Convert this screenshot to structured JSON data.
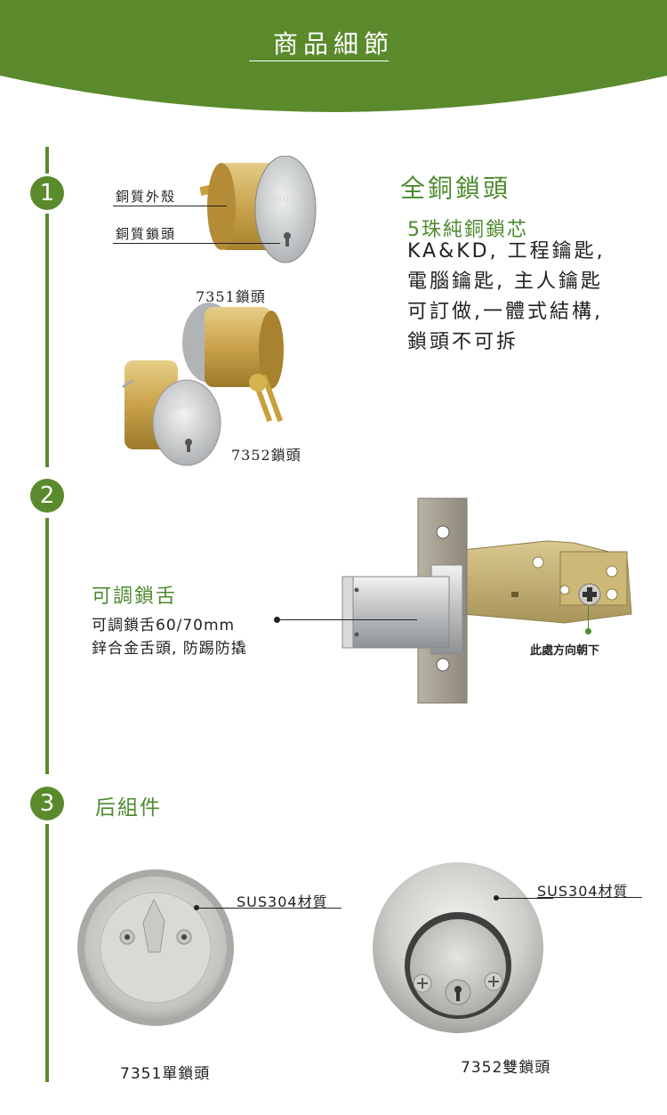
{
  "header": {
    "title": "商品細節"
  },
  "section1": {
    "number": "1",
    "heading": "全銅鎖頭",
    "subheading": "5珠純銅鎖芯",
    "lines": [
      "KA&KD, 工程鑰匙,",
      "電腦鑰匙, 主人鑰匙",
      "可訂做,一體式結構,",
      "鎖頭不可拆"
    ],
    "label_shell": "銅質外殼",
    "label_head": "銅質鎖頭",
    "caption_7351": "7351鎖頭",
    "caption_7352": "7352鎖頭",
    "brand_text": "TRUST"
  },
  "section2": {
    "number": "2",
    "heading": "可調鎖舌",
    "line1": "可調鎖舌60/70mm",
    "line2": "鋅合金舌頭, 防踢防撬",
    "note": "此處方向朝下"
  },
  "section3": {
    "number": "3",
    "heading": "后組件",
    "material_left": "SUS304材質",
    "material_right": "SUS304材質",
    "caption_single": "7351單鎖頭",
    "caption_double": "7352雙鎖頭"
  },
  "colors": {
    "brand_green": "#5a8a2c",
    "text_green": "#4d8a2e"
  }
}
